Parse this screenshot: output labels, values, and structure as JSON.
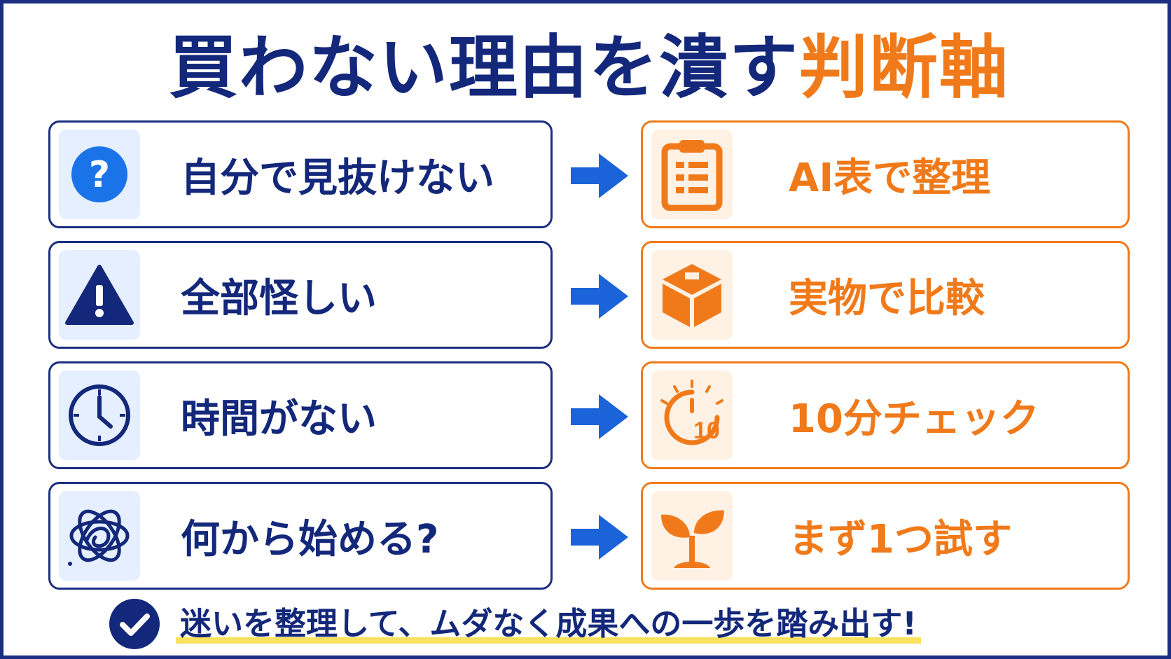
{
  "title": {
    "main": "買わない理由を潰す",
    "accent": "判断軸"
  },
  "rows": [
    {
      "problem": "自分で見抜けない",
      "problem_icon": "question-circle-icon",
      "solution": "AI表で整理",
      "solution_icon": "clipboard-list-icon"
    },
    {
      "problem": "全部怪しい",
      "problem_icon": "warning-triangle-icon",
      "solution": "実物で比較",
      "solution_icon": "box-icon"
    },
    {
      "problem": "時間がない",
      "problem_icon": "clock-icon",
      "solution": "10分チェック",
      "solution_icon": "timer-10-icon",
      "timer_number": "10"
    },
    {
      "problem": "何から始める?",
      "problem_icon": "tangled-lines-icon",
      "solution": "まず1つ試す",
      "solution_icon": "sprout-icon"
    }
  ],
  "footer": {
    "text": "迷いを整理して、ムダなく成果への一歩を踏み出す!",
    "icon": "check-circle-icon"
  },
  "colors": {
    "navy": "#13287a",
    "orange": "#f07a1a",
    "blue": "#1a73e8",
    "highlight": "#f7e15e"
  }
}
